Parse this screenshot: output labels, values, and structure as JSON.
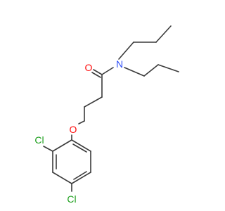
{
  "molecule": {
    "atoms": {
      "carbonyl_oxygen": {
        "symbol": "O",
        "color": "#ff0d0d"
      },
      "amide_nitrogen": {
        "symbol": "N",
        "color": "#3050f8"
      },
      "ether_oxygen": {
        "symbol": "O",
        "color": "#ff0d0d"
      },
      "chlorine_ortho": {
        "symbol": "Cl",
        "color": "#1fa01f"
      },
      "chlorine_para": {
        "symbol": "Cl",
        "color": "#1fa01f"
      }
    },
    "bond_color": "#3a3a3a"
  }
}
